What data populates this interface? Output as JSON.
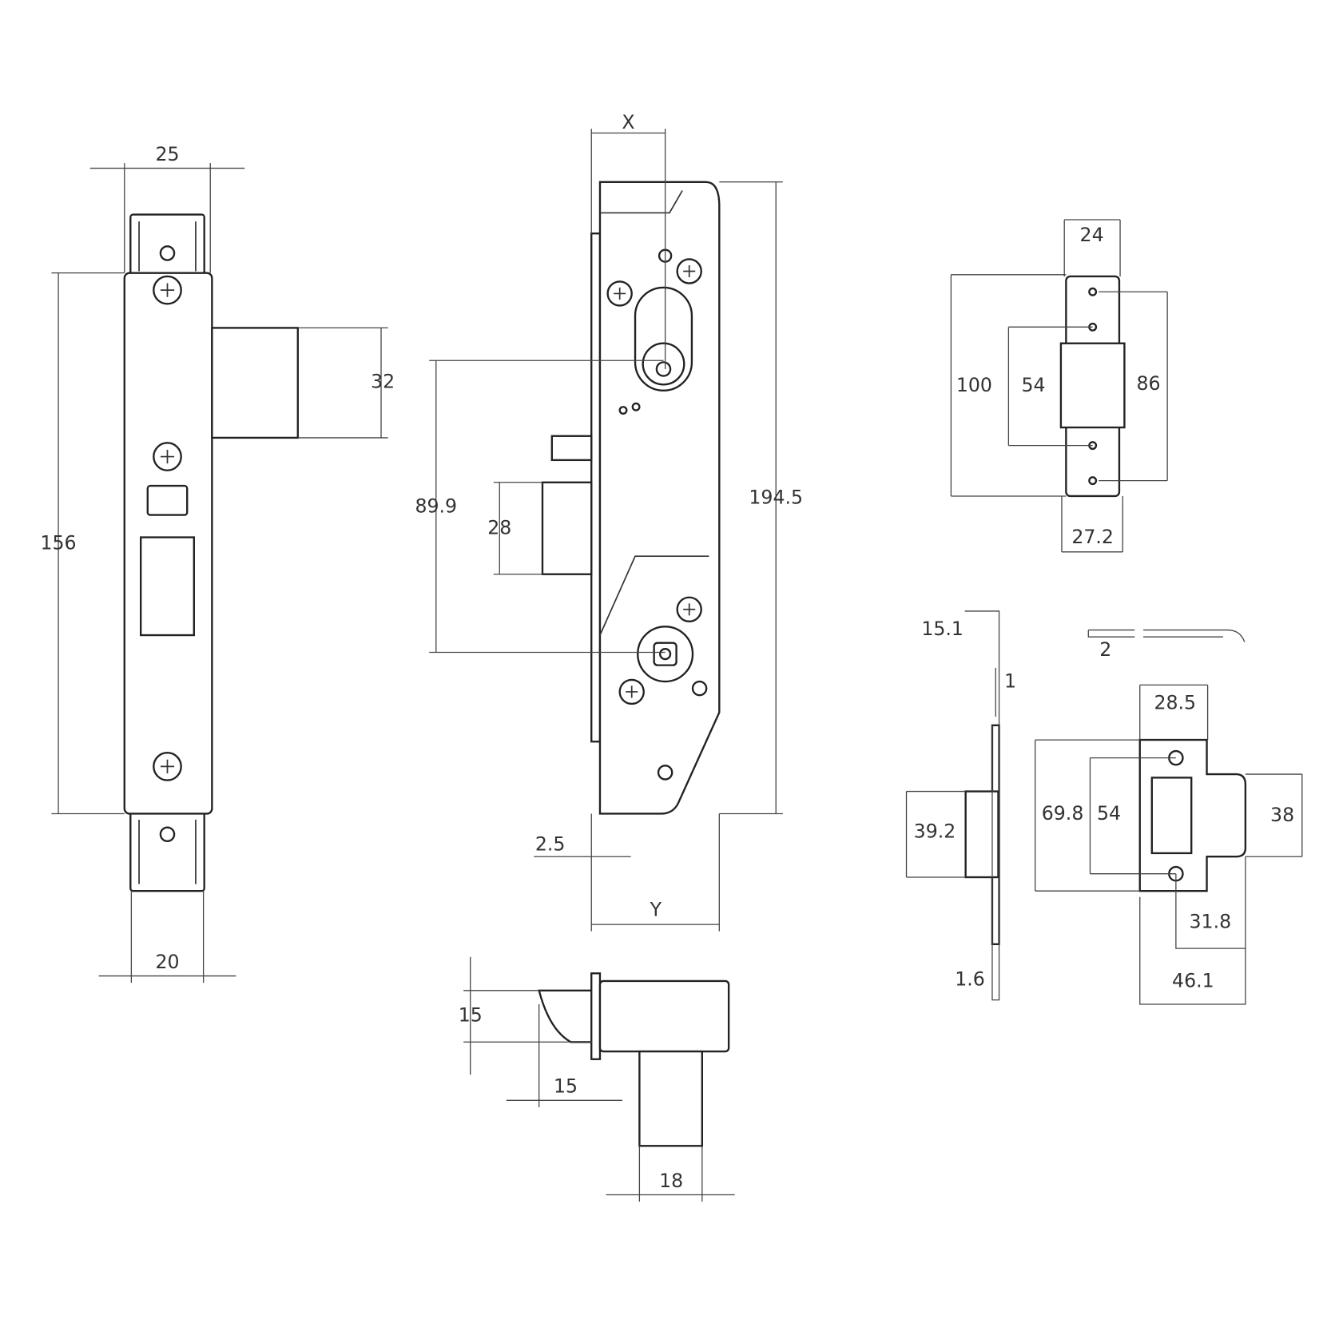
{
  "drawing": {
    "line_color": "#333333",
    "background": "#ffffff",
    "front_view": {
      "width_top": "25",
      "height": "156",
      "bolt_height": "32",
      "width_bottom": "20"
    },
    "side_view": {
      "x_label": "X",
      "y_label": "Y",
      "cylinder_to_spindle": "89.9",
      "latch_height": "28",
      "case_height": "194.5",
      "faceplate_thickness": "2.5"
    },
    "latch_detail": {
      "bevel_height": "15",
      "bevel_depth": "15",
      "bolt_width": "18"
    },
    "strike_plate_top": {
      "width_top": "24",
      "height": "100",
      "hole_spacing_inner": "54",
      "hole_spacing_outer": "86",
      "width_bottom": "27.2"
    },
    "strike_side": {
      "height": "15.1",
      "lip": "1",
      "box_depth": "39.2",
      "thickness": "1.6",
      "bend": "2"
    },
    "strike_plate_bottom": {
      "width_top": "28.5",
      "height": "69.8",
      "hole_spacing": "54",
      "tongue_height": "38",
      "width_partial": "31.8",
      "width_total": "46.1"
    }
  }
}
